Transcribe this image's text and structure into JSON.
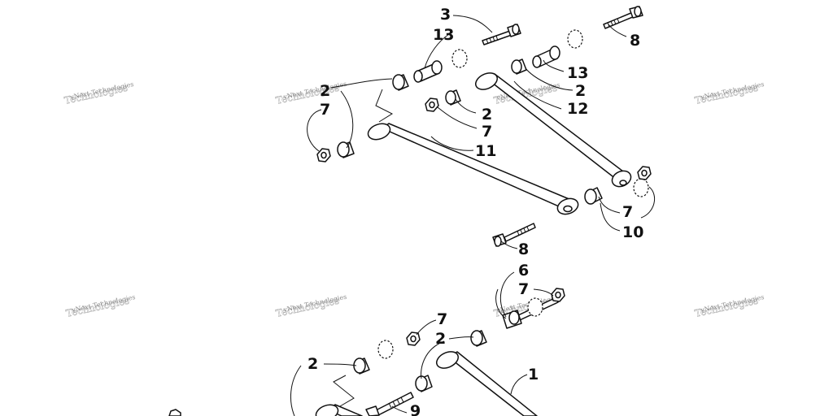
{
  "watermark": {
    "small": "vNext Technologies",
    "big": "Technologies"
  },
  "callouts": {
    "c3": "3",
    "c13a": "13",
    "c8a": "8",
    "c13b": "13",
    "c2a": "2",
    "c7a": "7",
    "c2b": "2",
    "c2c": "2",
    "c12": "12",
    "c7b": "7",
    "c11": "11",
    "c7c": "7",
    "c10": "10",
    "c8b": "8",
    "c6": "6",
    "c7d": "7",
    "c7e": "7",
    "c2d": "2",
    "c1": "1",
    "c2e": "2",
    "c9": "9"
  }
}
